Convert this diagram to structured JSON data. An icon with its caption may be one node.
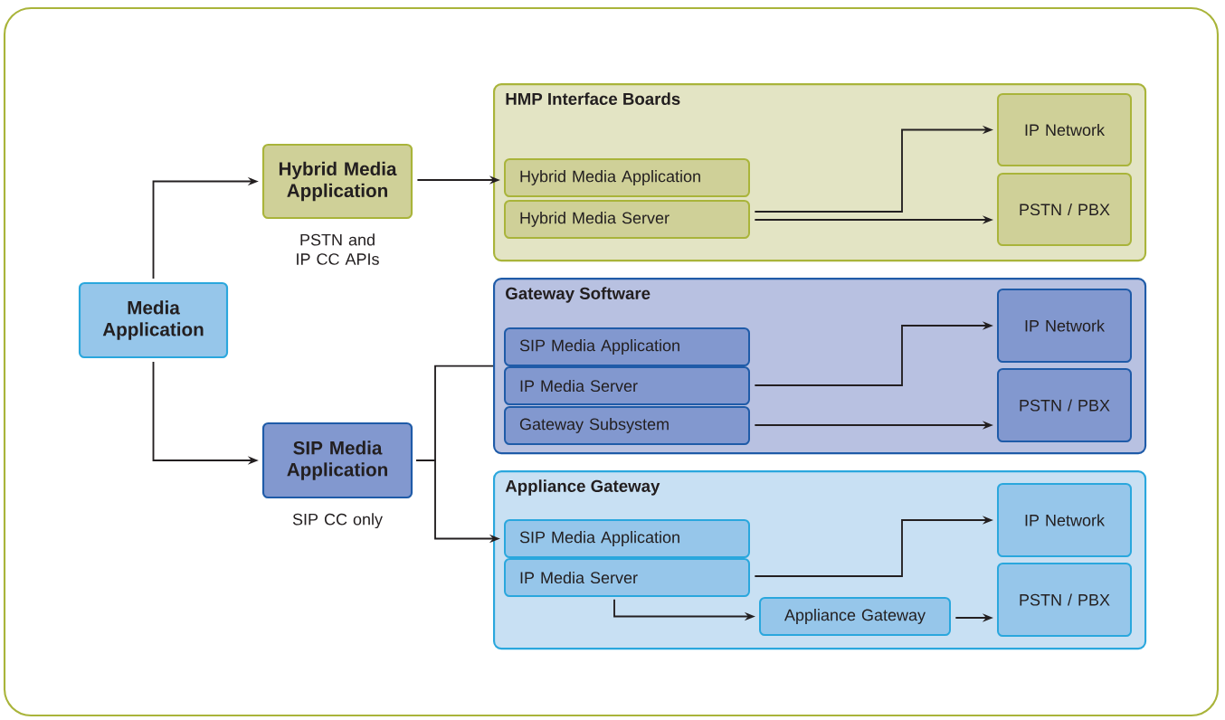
{
  "diagram": {
    "nodes": [
      {
        "text": [
          "Media Application"
        ]
      },
      {
        "text": [
          "Hybrid Media Application"
        ],
        "beside": [
          "PSTN and IP CC APIs"
        ]
      },
      {
        "text": [
          "SIP Media Application"
        ],
        "beside": [
          "SIP CC only"
        ]
      },
      {
        "text": [
          "HMP Interface Boards"
        ]
      },
      {
        "text": [
          "Hybrid Media Application"
        ],
        "in": 3
      },
      {
        "text": [
          "Hybrid Media Server"
        ],
        "in": 3
      },
      {
        "text": [
          "IP Network"
        ],
        "in": 3
      },
      {
        "text": [
          "PSTN / PBX"
        ],
        "in": 3
      },
      {
        "text": [
          "Gateway Software"
        ]
      },
      {
        "text": [
          "SIP Media Application"
        ],
        "in": 8
      },
      {
        "text": [
          "IP Media Server"
        ],
        "in": 8
      },
      {
        "text": [
          "Gateway Subsystem"
        ],
        "in": 8
      },
      {
        "text": [
          "IP Network"
        ],
        "in": 8
      },
      {
        "text": [
          "PSTN / PBX"
        ],
        "in": 8
      },
      {
        "text": [
          "Appliance Gateway"
        ]
      },
      {
        "text": [
          "SIP Media Application"
        ],
        "in": 14
      },
      {
        "text": [
          "IP Media Server"
        ],
        "in": 14
      },
      {
        "text": [
          "Appliance Gateway"
        ],
        "in": 14
      },
      {
        "text": [
          "IP Network"
        ],
        "in": 14
      },
      {
        "text": [
          "PSTN / PBX"
        ],
        "in": 14
      }
    ],
    "edges": [
      {
        "from": 0,
        "to": 1,
        "arrow": "to"
      },
      {
        "from": 0,
        "to": 2,
        "arrow": "to"
      },
      {
        "from": 1,
        "to": 4,
        "arrow": "to"
      },
      {
        "from": 5,
        "to": 6,
        "arrow": "to"
      },
      {
        "from": 5,
        "to": 7,
        "arrow": "to"
      },
      {
        "from": 2,
        "to": 8,
        "arrow": "none"
      },
      {
        "from": 2,
        "to": 15,
        "arrow": "to"
      },
      {
        "from": 10,
        "to": 12,
        "arrow": "to"
      },
      {
        "from": 11,
        "to": 13,
        "arrow": "to"
      },
      {
        "from": 16,
        "to": 18,
        "arrow": "to"
      },
      {
        "from": 16,
        "to": 17,
        "arrow": "to"
      },
      {
        "from": 17,
        "to": 19,
        "arrow": "to"
      }
    ]
  }
}
